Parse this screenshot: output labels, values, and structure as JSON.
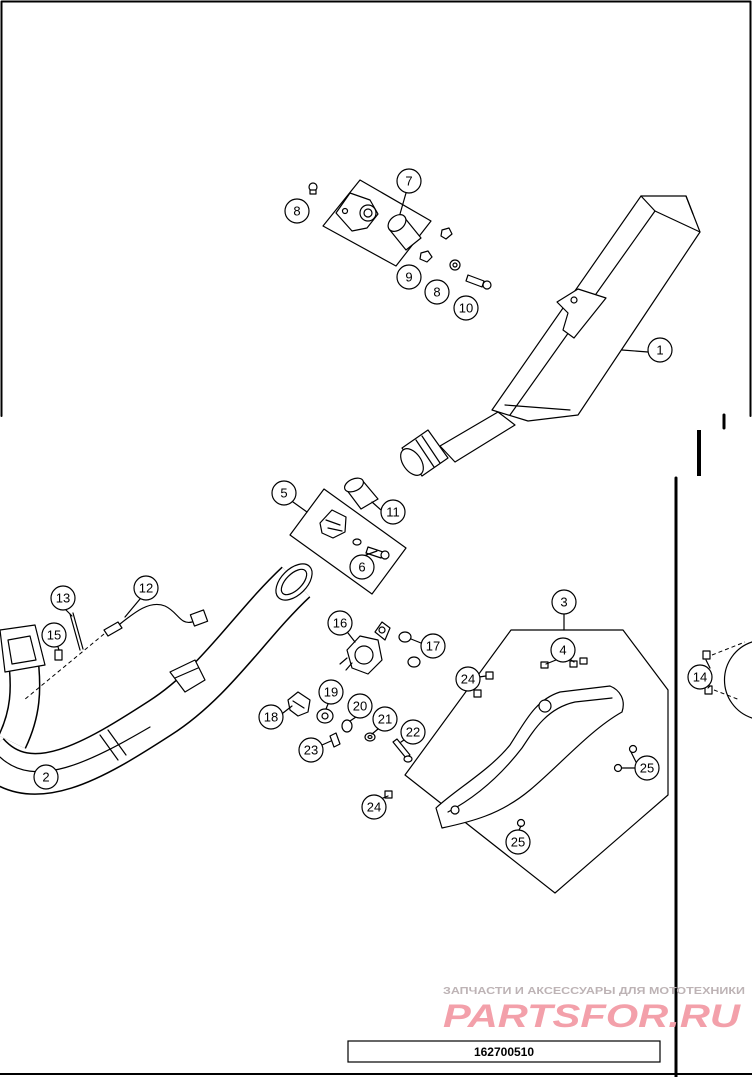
{
  "diagram": {
    "callouts": [
      "7",
      "8",
      "9",
      "8",
      "10",
      "1",
      "5",
      "11",
      "6",
      "13",
      "12",
      "15",
      "2",
      "16",
      "17",
      "3",
      "4",
      "24",
      "14",
      "18",
      "19",
      "20",
      "21",
      "22",
      "23",
      "25",
      "24",
      "25"
    ],
    "part_number": "162700510"
  },
  "watermark": {
    "tagline": "ЗАПЧАСТИ И АКСЕССУАРЫ ДЛЯ МОТОТЕХНИКИ",
    "logo": "PARTSFOR.RU"
  },
  "colors": {
    "line": "#000000",
    "background": "#ffffff",
    "watermark_tagline": "#bdb3b5",
    "watermark_logo": "#f3a0aa"
  }
}
